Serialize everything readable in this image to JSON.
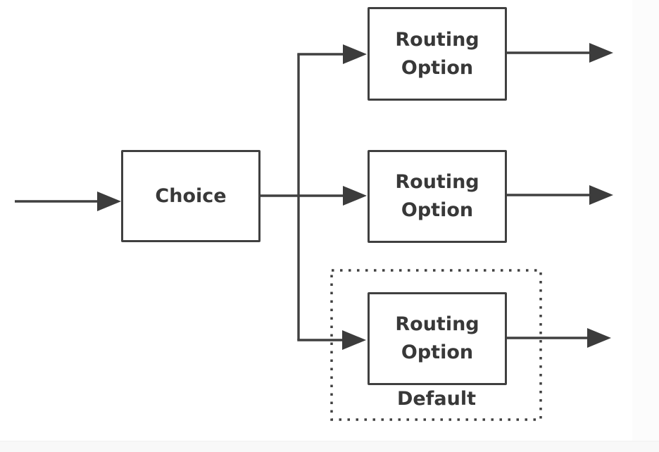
{
  "diagram": {
    "type": "flowchart",
    "background_color": "#ffffff",
    "line_color": "#404040",
    "text_color": "#383838",
    "nodes": [
      {
        "id": "choice",
        "label": "Choice"
      },
      {
        "id": "routing-option-top",
        "label": "Routing Option"
      },
      {
        "id": "routing-option-middle",
        "label": "Routing Option"
      },
      {
        "id": "routing-option-default",
        "label": "Routing Option"
      }
    ],
    "default_group": {
      "label": "Default",
      "border_style": "dotted",
      "contains": "routing-option-default"
    },
    "edges": [
      {
        "from": "input",
        "to": "choice",
        "arrow": true
      },
      {
        "from": "choice",
        "to": "routing-option-top",
        "arrow": true
      },
      {
        "from": "choice",
        "to": "routing-option-middle",
        "arrow": true
      },
      {
        "from": "choice",
        "to": "routing-option-default",
        "arrow": true
      },
      {
        "from": "routing-option-top",
        "to": "output",
        "arrow": true
      },
      {
        "from": "routing-option-middle",
        "to": "output",
        "arrow": true
      },
      {
        "from": "routing-option-default",
        "to": "output",
        "arrow": true
      }
    ]
  }
}
